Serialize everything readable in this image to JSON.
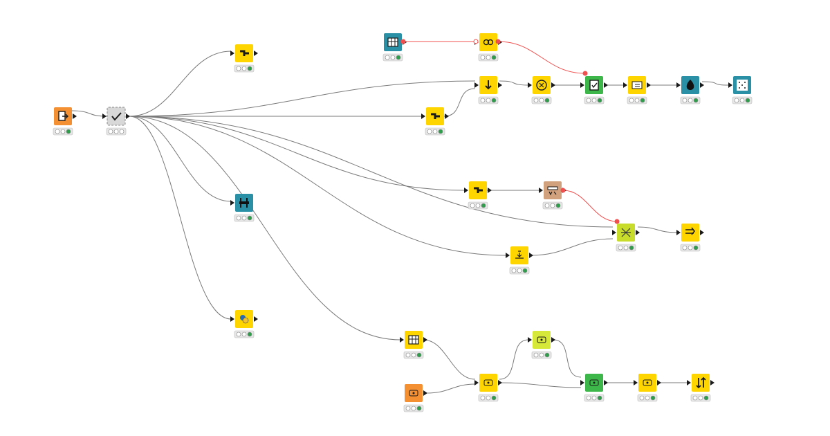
{
  "workflow": {
    "colors": {
      "edge": "#7a7a7a",
      "flow_var_edge": "#f0504f",
      "port": "#1a1a1a",
      "status_off": "#ffffff",
      "status_on": "#2e9e4a"
    },
    "nodes": [
      {
        "id": "reader",
        "color": "#f48f32",
        "icon": "file-reader-icon",
        "status": [
          0,
          0,
          1
        ]
      },
      {
        "id": "validator",
        "color": "#d8d8d8",
        "icon": "checkmark-icon",
        "status": [
          0,
          0,
          0
        ],
        "dashed": true
      },
      {
        "id": "top-manipulator",
        "color": "#ffd500",
        "icon": "column-split-icon",
        "status": [
          0,
          0,
          1
        ]
      },
      {
        "id": "table-creator",
        "color": "#2a90a5",
        "icon": "table-creator-icon",
        "status": [
          0,
          0,
          1
        ]
      },
      {
        "id": "flow-var-converter",
        "color": "#ffd500",
        "icon": "flow-variable-icon",
        "status": [
          0,
          0,
          1
        ]
      },
      {
        "id": "filter-upper",
        "color": "#ffd500",
        "icon": "column-filter-icon",
        "status": [
          0,
          0,
          1
        ]
      },
      {
        "id": "string-manipulation",
        "color": "#ffd500",
        "icon": "string-manipulation-icon",
        "status": [
          0,
          0,
          1
        ]
      },
      {
        "id": "formula",
        "color": "#ffd500",
        "icon": "math-formula-icon",
        "status": [
          0,
          0,
          1
        ]
      },
      {
        "id": "writer",
        "color": "#3db64a",
        "icon": "document-writer-icon",
        "status": [
          0,
          0,
          1
        ]
      },
      {
        "id": "text-view",
        "color": "#ffd500",
        "icon": "text-view-icon",
        "status": [
          0,
          0,
          1
        ]
      },
      {
        "id": "drop-view",
        "color": "#2a90a5",
        "icon": "drop-icon",
        "status": [
          0,
          0,
          1
        ]
      },
      {
        "id": "dot-view",
        "color": "#2a90a5",
        "icon": "dot-grid-icon",
        "status": [
          0,
          0,
          1
        ]
      },
      {
        "id": "python-bridge",
        "color": "#2a90a5",
        "icon": "python-bridge-icon",
        "status": [
          0,
          0,
          1
        ]
      },
      {
        "id": "python-script",
        "color": "#ffd500",
        "icon": "python-icon",
        "status": [
          0,
          0,
          1
        ]
      },
      {
        "id": "filter-middle",
        "color": "#ffd500",
        "icon": "column-filter-icon",
        "status": [
          0,
          0,
          1
        ]
      },
      {
        "id": "db-output",
        "color": "#d1a07c",
        "icon": "database-output-icon",
        "status": [
          0,
          0,
          1
        ]
      },
      {
        "id": "joiner",
        "color": "#c8dc2c",
        "icon": "joiner-icon",
        "status": [
          0,
          0,
          1
        ]
      },
      {
        "id": "concatenate",
        "color": "#ffd500",
        "icon": "concatenate-icon",
        "status": [
          0,
          0,
          1
        ]
      },
      {
        "id": "number-to-string",
        "color": "#ffd500",
        "icon": "number-format-icon",
        "status": [
          0,
          0,
          1
        ]
      },
      {
        "id": "pivot-table",
        "color": "#ffd500",
        "icon": "table-grid-icon",
        "status": [
          0,
          0,
          1
        ]
      },
      {
        "id": "loop-middle",
        "color": "#ffd500",
        "icon": "loop-icon",
        "status": [
          0,
          0,
          1
        ]
      },
      {
        "id": "loop-top",
        "color": "#d6e83a",
        "icon": "loop-icon",
        "status": [
          0,
          0,
          1
        ]
      },
      {
        "id": "loop-start",
        "color": "#f48f32",
        "icon": "loop-icon",
        "status": [
          0,
          0,
          1
        ]
      },
      {
        "id": "loop-end",
        "color": "#3db64a",
        "icon": "loop-icon",
        "status": [
          0,
          0,
          1
        ]
      },
      {
        "id": "loop-after",
        "color": "#ffd500",
        "icon": "loop-icon",
        "status": [
          0,
          0,
          1
        ]
      },
      {
        "id": "sorter",
        "color": "#ffd500",
        "icon": "sort-icon",
        "status": [
          0,
          0,
          1
        ]
      }
    ]
  }
}
